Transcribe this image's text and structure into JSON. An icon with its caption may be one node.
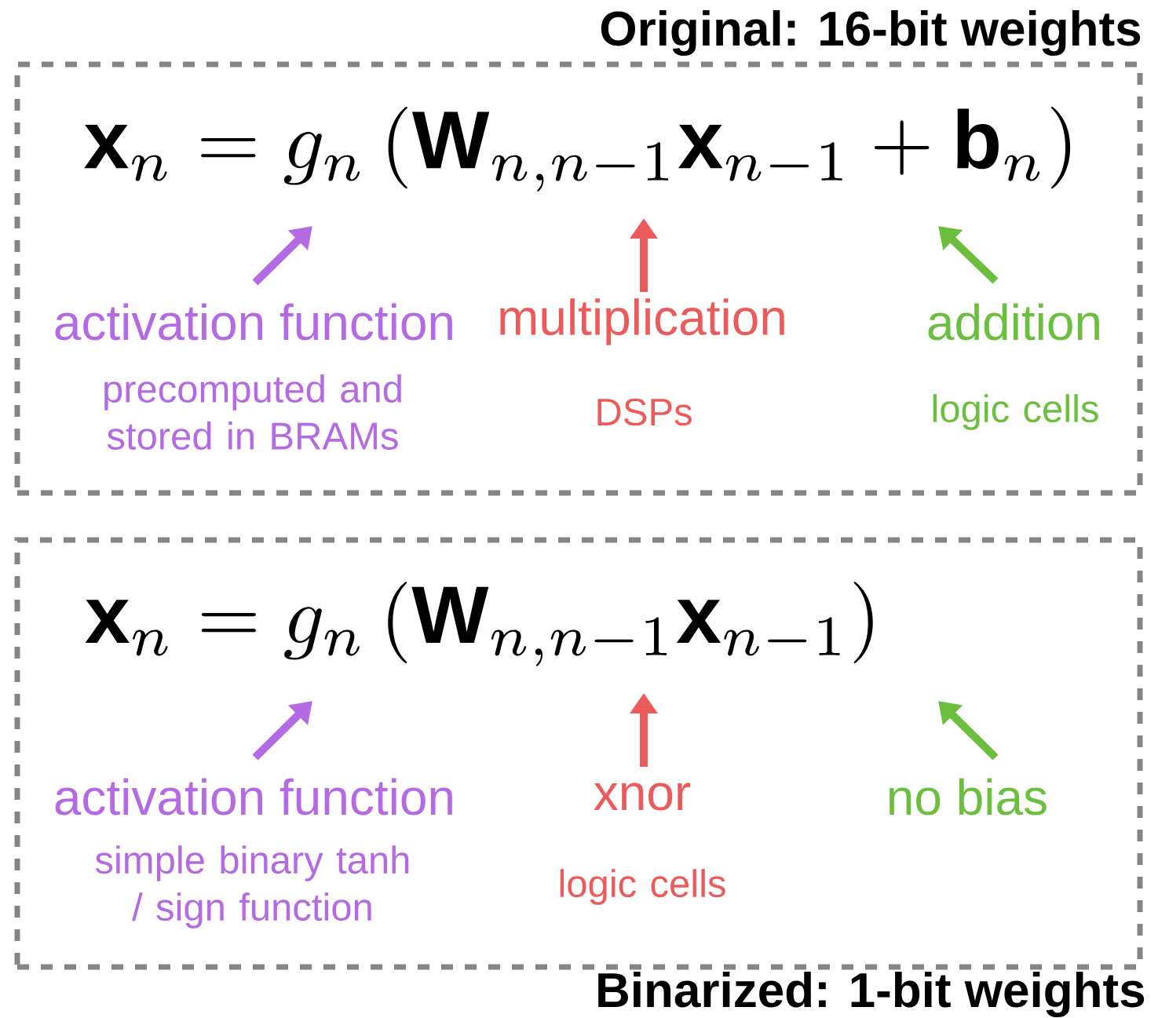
{
  "diagram": {
    "nodes": [
      {
        "text": [
          "Original: 16-bit weights"
        ]
      },
      {
        "text": [
          "\\mathbf{x}_n = g_n\\left(\\mathbf{W}_{n,n-1}\\mathbf{x}_{n-1} + \\mathbf{b}_n\\right)"
        ],
        "in": 0
      },
      {
        "text": [
          "activation function",
          "precomputed and stored in BRAMs"
        ],
        "in": 0
      },
      {
        "text": [
          "multiplication",
          "DSPs"
        ],
        "in": 0
      },
      {
        "text": [
          "addition",
          "logic cells"
        ],
        "in": 0
      },
      {
        "text": [
          "Binarized: 1-bit weights"
        ]
      },
      {
        "text": [
          "\\mathbf{x}_n = g_n\\left(\\mathbf{W}_{n,n-1}\\mathbf{x}_{n-1}\\right)"
        ],
        "in": 5
      },
      {
        "text": [
          "activation function",
          "simple binary tanh / sign function"
        ],
        "in": 5
      },
      {
        "text": [
          "xnor",
          "logic cells"
        ],
        "in": 5
      },
      {
        "text": [
          "no bias"
        ],
        "in": 5
      }
    ],
    "edges": [
      {
        "from": 2,
        "to": 1,
        "arrow": "to",
        "color": "#b36ae2"
      },
      {
        "from": 3,
        "to": 1,
        "arrow": "to",
        "color": "#eb5b5b"
      },
      {
        "from": 4,
        "to": 1,
        "arrow": "to",
        "color": "#6cbf3e"
      },
      {
        "from": 7,
        "to": 6,
        "arrow": "to",
        "color": "#b36ae2"
      },
      {
        "from": 8,
        "to": 6,
        "arrow": "to",
        "color": "#eb5b5b"
      },
      {
        "from": 9,
        "to": null,
        "arrow": "to",
        "color": "#6cbf3e"
      }
    ]
  }
}
